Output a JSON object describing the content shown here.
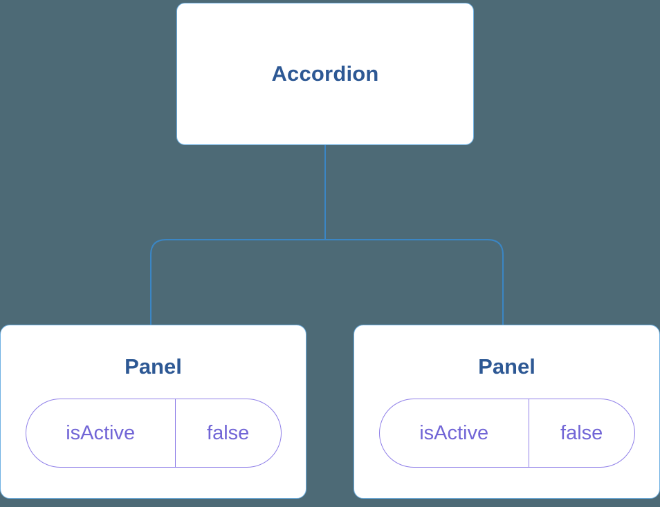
{
  "diagram": {
    "type": "component-tree",
    "root": {
      "label": "Accordion"
    },
    "children": [
      {
        "title": "Panel",
        "props": [
          {
            "name": "isActive",
            "value": "false"
          }
        ]
      },
      {
        "title": "Panel",
        "props": [
          {
            "name": "isActive",
            "value": "false"
          }
        ]
      }
    ],
    "colors": {
      "background": "#4d6a76",
      "box_fill": "#ffffff",
      "box_border": "#6fb1e3",
      "heading_text": "#2d5894",
      "pill_border": "#8f7fe8",
      "pill_text": "#7165d6",
      "connector": "#3b86c4"
    }
  }
}
